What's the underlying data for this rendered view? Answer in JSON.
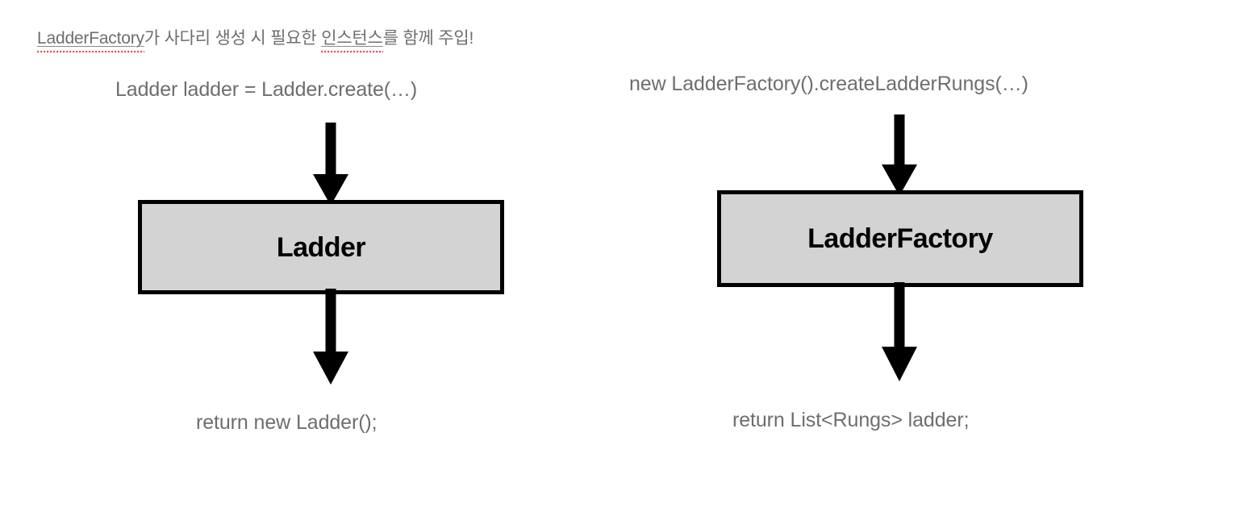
{
  "annotation": {
    "segments": [
      {
        "text": "LadderFactory",
        "misspelled": true
      },
      {
        "text": "가 사다리 생성 시 필요한 ",
        "misspelled": false
      },
      {
        "text": "인스턴스",
        "misspelled": true
      },
      {
        "text": "를 함께 주입!",
        "misspelled": false
      }
    ],
    "full_text": "LadderFactory가 사다리 생성 시 필요한 인스턴스를 함께 주입!",
    "text_color": "#6e6e6e",
    "spellcheck_color": "#e8493f"
  },
  "diagram": {
    "type": "flow",
    "colors": {
      "box_fill": "#d3d3d3",
      "box_border": "#000000",
      "arrow": "#000000",
      "caption_text": "#6e6e6e",
      "background": "#ffffff"
    },
    "columns": [
      {
        "id": "ladder",
        "input_caption": "Ladder ladder = Ladder.create(…)",
        "box_label": "Ladder",
        "output_caption": "return new Ladder();"
      },
      {
        "id": "ladder-factory",
        "input_caption": "new LadderFactory().createLadderRungs(…)",
        "box_label": "LadderFactory",
        "output_caption": "return List<Rungs> ladder;"
      }
    ]
  }
}
